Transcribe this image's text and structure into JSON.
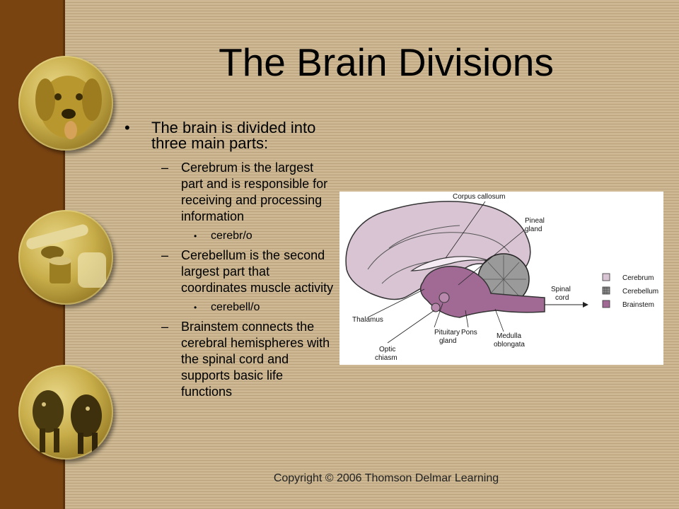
{
  "slide": {
    "title": "The Brain Divisions",
    "footer": "Copyright © 2006 Thomson Delmar Learning"
  },
  "bullets": {
    "main": "The brain is divided into three main parts:",
    "cerebrum": "Cerebrum is the largest part and is responsible for receiving and processing information",
    "cerebrum_root": "cerebr/o",
    "cerebellum": "Cerebellum is the second largest part that coordinates muscle activity",
    "cerebellum_root": "cerebell/o",
    "brainstem": "Brainstem connects the cerebral hemispheres with the spinal cord and supports basic life functions"
  },
  "diagram": {
    "labels": {
      "corpus_callosum": "Corpus callosum",
      "pineal_1": "Pineal",
      "pineal_2": "gland",
      "spinal_1": "Spinal",
      "spinal_2": "cord",
      "thalamus": "Thalamus",
      "pituitary_1": "Pituitary",
      "pituitary_2": "gland",
      "pons": "Pons",
      "medulla_1": "Medulla",
      "medulla_2": "oblongata",
      "optic_1": "Optic",
      "optic_2": "chiasm"
    },
    "legend": {
      "cerebrum": "Cerebrum",
      "cerebellum": "Cerebellum",
      "brainstem": "Brainstem"
    },
    "colors": {
      "cerebrum": "#d9c4d4",
      "cerebellum": "#888888",
      "brainstem": "#a06a95"
    }
  },
  "icons": [
    "dog-medallion-icon",
    "lab-equipment-medallion-icon",
    "cattle-medallion-icon"
  ]
}
